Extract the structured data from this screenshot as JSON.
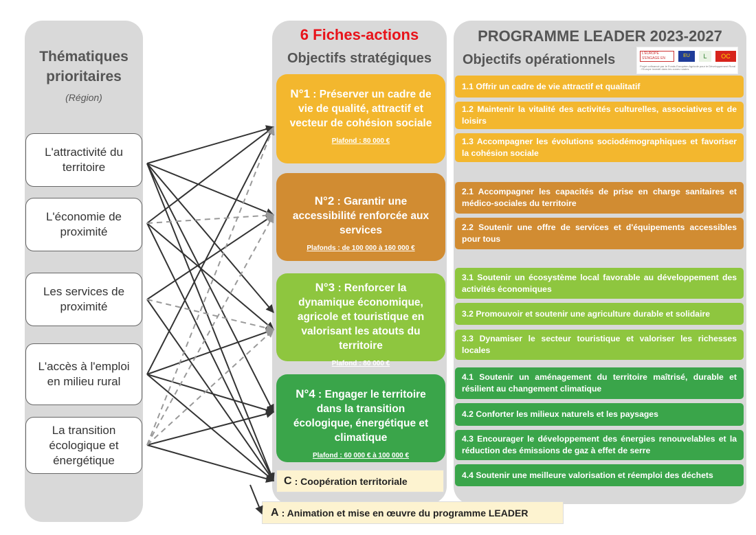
{
  "left": {
    "title": "Thématiques prioritaires",
    "subtitle": "(Région)",
    "themes": [
      "L'attractivité du territoire",
      "L'économie de proximité",
      "Les services de proximité",
      "L'accès à l'emploi en milieu rural",
      "La transition écologique et énergétique"
    ]
  },
  "middle": {
    "title_red": "6 Fiches-actions",
    "title": "Objectifs stratégiques",
    "fiches": [
      {
        "num": "N°1",
        "text": " : Préserver un cadre de vie de qualité, attractif et vecteur de cohésion sociale",
        "plafond": "Plafond : 80 000 €"
      },
      {
        "num": "N°2",
        "text": " : Garantir une accessibilité renforcée aux services",
        "plafond": "Plafonds : de 100 000 à 160 000 €"
      },
      {
        "num": "N°3",
        "text": " : Renforcer la dynamique économique, agricole et touristique en valorisant les atouts du territoire",
        "plafond": "Plafond : 80 000 €"
      },
      {
        "num": "N°4",
        "text": " : Engager le territoire dans la transition écologique, énergétique et climatique",
        "plafond": "Plafond : 60 000 € à 100 000 €"
      }
    ],
    "coop_letter": "C",
    "coop_text": " : Coopération territoriale",
    "anim_letter": "A",
    "anim_text": " : Animation et mise en œuvre du programme LEADER"
  },
  "right": {
    "title": "PROGRAMME LEADER 2023-2027",
    "subtitle": "Objectifs opérationnels",
    "logos": {
      "occitanie": "L'EUROPE S'ENGAGE EN OCCITANIE",
      "eu": "EU",
      "leader": "L",
      "region": "OC",
      "mention": "Projet cofinancé par le Fonds Européen Agricole pour le Développement Rural : l'Europe investit dans les zones rurales"
    },
    "objectives": [
      {
        "text": "1.1 Offrir un cadre de vie attractif et qualitatif"
      },
      {
        "text": "1.2 Maintenir la vitalité des activités culturelles, associatives et de loisirs"
      },
      {
        "text": "1.3 Accompagner les évolutions sociodémographiques et favoriser la cohésion sociale"
      },
      {
        "text": "2.1 Accompagner les capacités de prise en charge sanitaires et médico-sociales du territoire"
      },
      {
        "text": "2.2 Soutenir une offre de services et d'équipements accessibles pour tous"
      },
      {
        "text": "3.1 Soutenir un écosystème local favorable au développement des activités économiques"
      },
      {
        "text": "3.2 Promouvoir et soutenir une agriculture durable et solidaire"
      },
      {
        "text": "3.3 Dynamiser le secteur touristique et valoriser les richesses locales"
      },
      {
        "text": "4.1 Soutenir un aménagement du territoire maîtrisé, durable et résilient au changement climatique"
      },
      {
        "text": "4.2 Conforter les milieux naturels et les paysages"
      },
      {
        "text": "4.3 Encourager le développement des énergies renouvelables et la réduction des émissions de gaz à effet de serre"
      },
      {
        "text": "4.4 Soutenir une meilleure valorisation et réemploi des déchets"
      }
    ]
  },
  "colors": {
    "yellow": "#f3b72e",
    "orange": "#d18c32",
    "light_green": "#8ec63f",
    "dark_green": "#3aa54a",
    "title_red": "#e8131a",
    "column_grey": "#d9d9d9"
  }
}
